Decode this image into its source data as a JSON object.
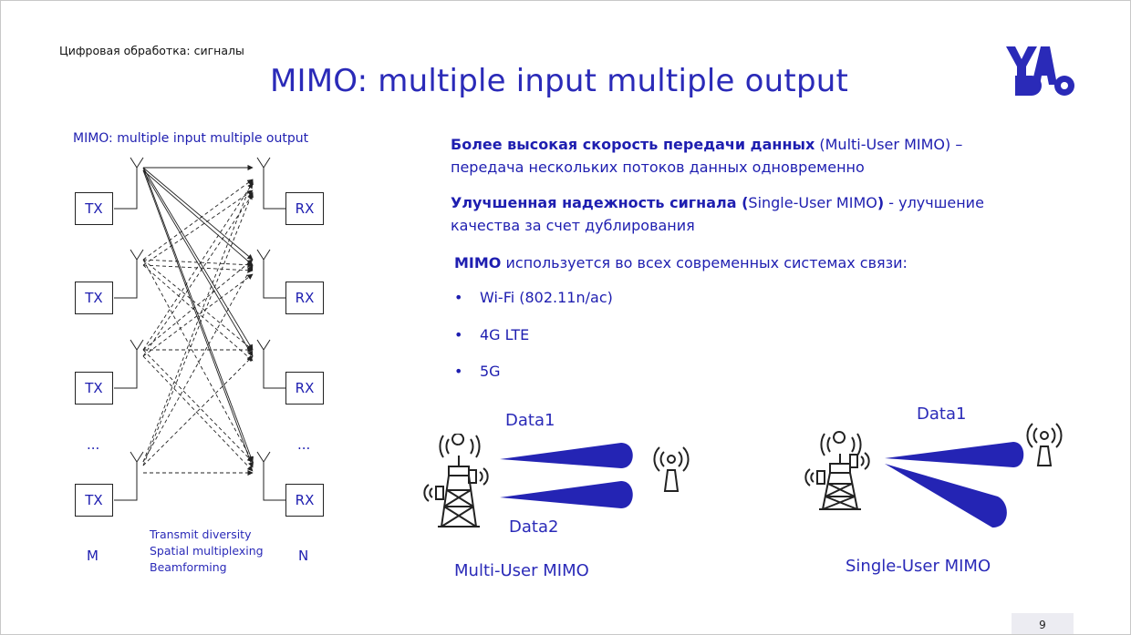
{
  "slide": {
    "breadcrumb": "Цифровая обработка: сигналы",
    "title": "MIMO: multiple input multiple output",
    "page_number": "9"
  },
  "diagram": {
    "caption": "MIMO: multiple input multiple output",
    "tx_labels": [
      "TX",
      "TX",
      "TX",
      "TX"
    ],
    "rx_labels": [
      "RX",
      "RX",
      "RX",
      "RX"
    ],
    "ellipsis": "...",
    "m_label": "M",
    "n_label": "N",
    "techniques": [
      "Transmit diversity",
      "Spatial multiplexing",
      "Beamforming"
    ]
  },
  "content": {
    "p1_bold": "Более высокая скорость передачи данных",
    "p1_rest": " (Multi-User MIMO) – передача нескольких потоков данных одновременно",
    "p2_bold": "Улучшенная надежность сигнала (",
    "p2_mid": "Single-User MIMO",
    "p2_bold2": ")",
    "p2_rest": " - улучшение качества за счет дублирования",
    "p3_bold": "MIMO",
    "p3_rest": " используется во всех современных системах связи:",
    "bullet_symbol": "•",
    "bullets": [
      "Wi-Fi (802.11n/ac)",
      "4G LTE",
      "5G"
    ]
  },
  "illustrations": {
    "multi_user": {
      "data1": "Data1",
      "data2": "Data2",
      "caption": "Multi-User MIMO"
    },
    "single_user": {
      "data1": "Data1",
      "caption": "Single-User MIMO"
    }
  },
  "colors": {
    "accent": "#2a2ab8",
    "text": "#1e1eb0",
    "beam": "#2424b4"
  }
}
